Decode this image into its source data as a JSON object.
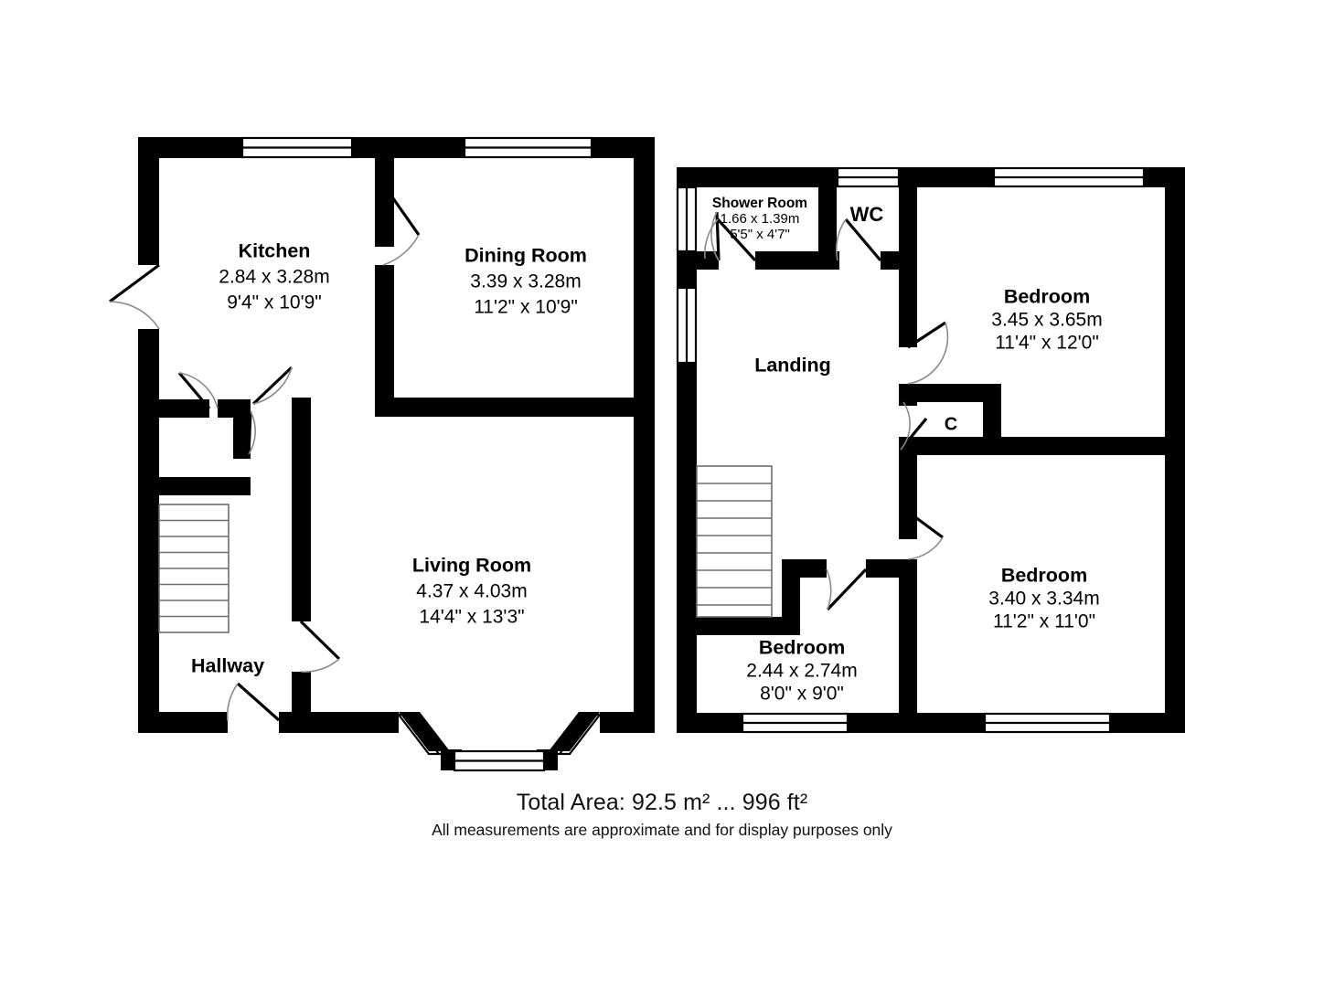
{
  "document": {
    "type": "floor-plan",
    "total_area": "Total Area: 92.5 m² ... 996 ft²",
    "disclaimer": "All measurements are approximate and for display purposes only"
  },
  "ground_floor": {
    "rooms": [
      {
        "id": "kitchen",
        "name": "Kitchen",
        "dim_metric": "2.84 x 3.28m",
        "dim_imperial": "9'4\" x 10'9\""
      },
      {
        "id": "dining-room",
        "name": "Dining Room",
        "dim_metric": "3.39 x 3.28m",
        "dim_imperial": "11'2\" x 10'9\""
      },
      {
        "id": "living-room",
        "name": "Living Room",
        "dim_metric": "4.37 x 4.03m",
        "dim_imperial": "14'4\" x 13'3\""
      },
      {
        "id": "hallway",
        "name": "Hallway",
        "dim_metric": "",
        "dim_imperial": ""
      }
    ]
  },
  "first_floor": {
    "rooms": [
      {
        "id": "shower-room",
        "name": "Shower Room",
        "dim_metric": "1.66 x 1.39m",
        "dim_imperial": "5'5\" x 4'7\""
      },
      {
        "id": "wc",
        "name": "WC",
        "dim_metric": "",
        "dim_imperial": ""
      },
      {
        "id": "landing",
        "name": "Landing",
        "dim_metric": "",
        "dim_imperial": ""
      },
      {
        "id": "cupboard",
        "name": "C",
        "dim_metric": "",
        "dim_imperial": ""
      },
      {
        "id": "bedroom-1",
        "name": "Bedroom",
        "dim_metric": "3.45 x 3.65m",
        "dim_imperial": "11'4\" x 12'0\""
      },
      {
        "id": "bedroom-2",
        "name": "Bedroom",
        "dim_metric": "3.40 x 3.34m",
        "dim_imperial": "11'2\" x 11'0\""
      },
      {
        "id": "bedroom-3",
        "name": "Bedroom",
        "dim_metric": "2.44 x 2.74m",
        "dim_imperial": "8'0\" x 9'0\""
      }
    ]
  },
  "colors": {
    "wall": "#000000",
    "background": "#ffffff",
    "door_arc": "#8a8a8a",
    "stairs": "#6e6e6e"
  }
}
